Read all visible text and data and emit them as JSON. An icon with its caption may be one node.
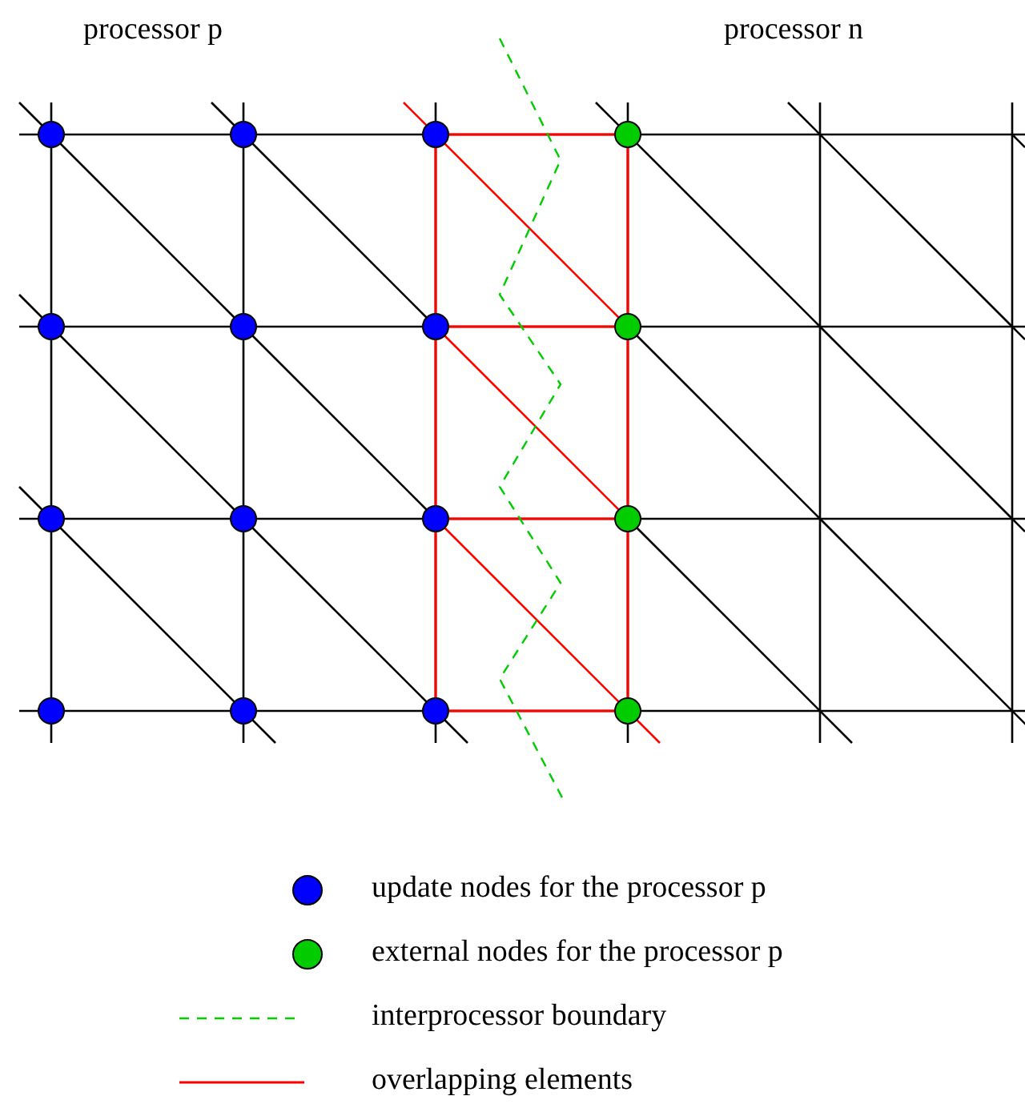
{
  "diagram": {
    "labels": [
      "processor p",
      "processor n"
    ],
    "legend": [
      {
        "text": "update nodes for the processor p",
        "color": "#0000ff"
      },
      {
        "text": "external nodes for the processor p",
        "color": "#00cc00"
      },
      {
        "text": "interprocessor boundary"
      },
      {
        "text": "overlapping elements"
      }
    ]
  }
}
